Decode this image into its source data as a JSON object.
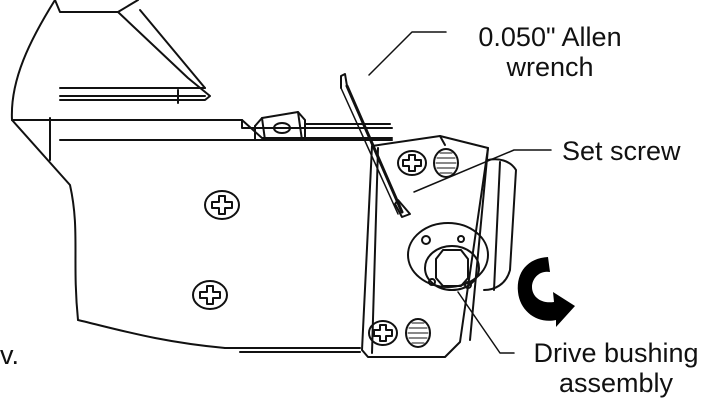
{
  "labels": {
    "allen_line1": "0.050\"  Allen",
    "allen_line2": "wrench",
    "set_screw": "Set screw",
    "drive_line1": "Drive bushing",
    "drive_line2": "assembly",
    "fragment": "v."
  },
  "icons": {
    "rotation": "rotate-clockwise-arrow-icon",
    "screws": "phillips-screw-icon"
  },
  "colors": {
    "line": "#111111",
    "background": "#ffffff",
    "arrow": "#000000"
  }
}
